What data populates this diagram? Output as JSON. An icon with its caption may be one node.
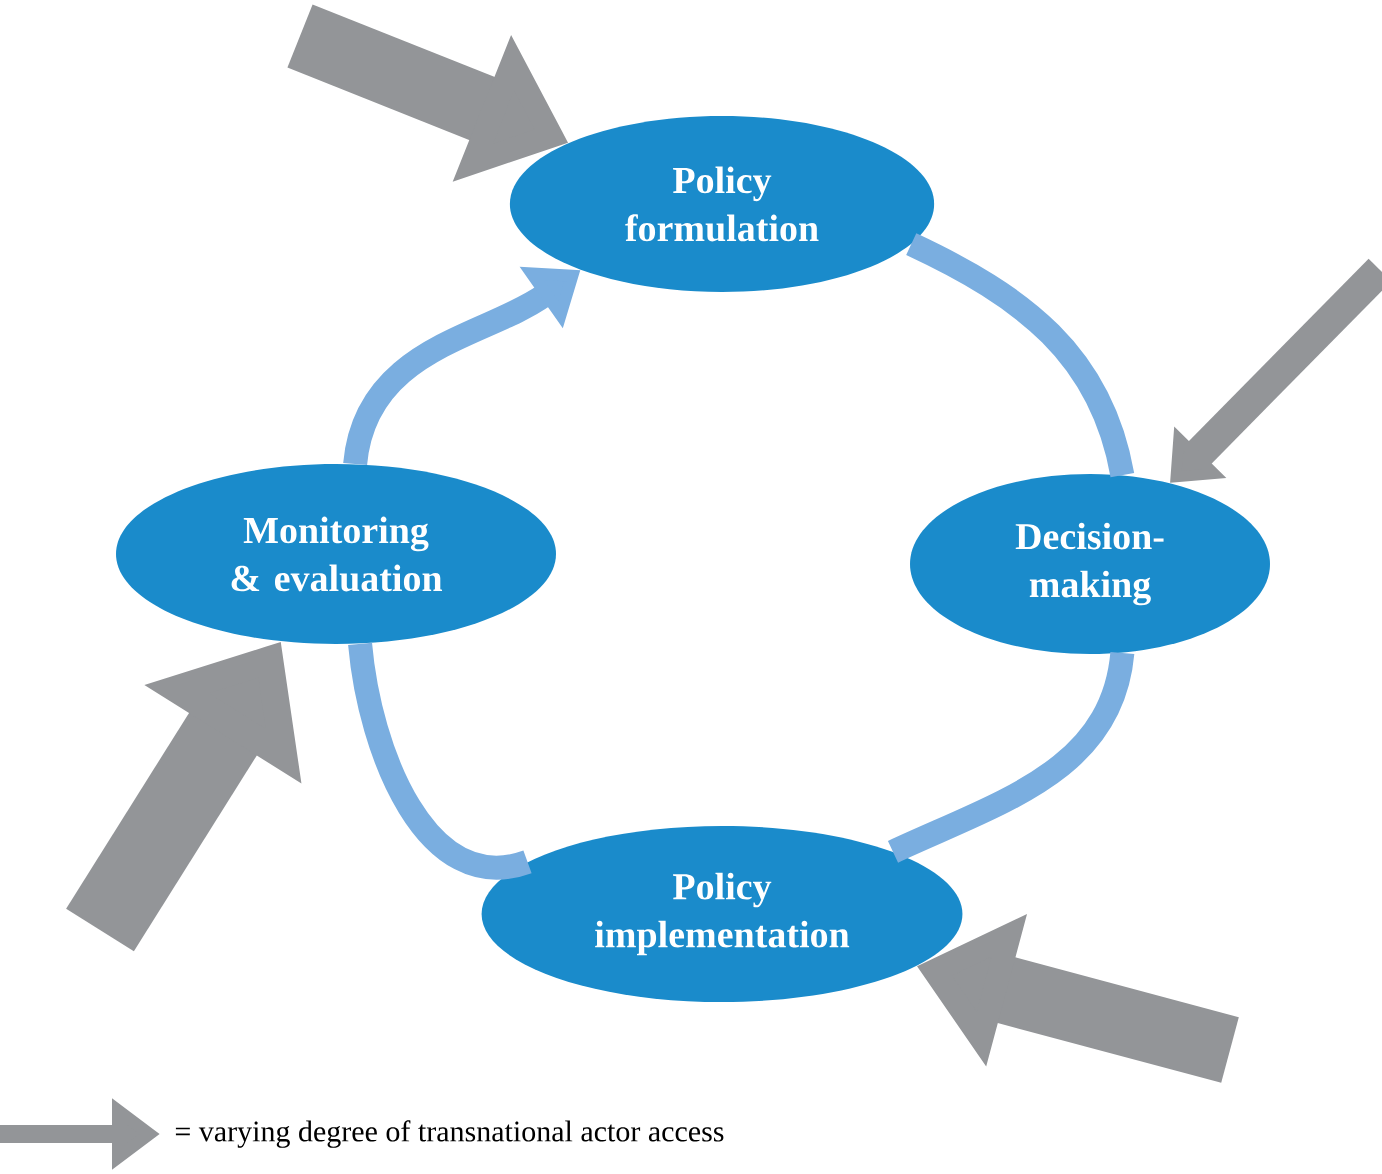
{
  "diagram": {
    "nodes": [
      {
        "text": [
          "Policy formulation"
        ]
      },
      {
        "text": [
          "Decision-making"
        ]
      },
      {
        "text": [
          "Policy implementation"
        ]
      },
      {
        "text": [
          "Monitoring & evaluation"
        ]
      }
    ],
    "edges": [
      {
        "from": 0,
        "to": 1,
        "arrow": "none",
        "color": "#7aaee0"
      },
      {
        "from": 1,
        "to": 2,
        "arrow": "none",
        "color": "#7aaee0"
      },
      {
        "from": 2,
        "to": 3,
        "arrow": "none",
        "color": "#7aaee0"
      },
      {
        "from": 3,
        "to": 0,
        "arrow": "to",
        "color": "#7aaee0"
      },
      {
        "from": null,
        "to": 0,
        "arrow": "to",
        "style": "thick",
        "color": "#939598"
      },
      {
        "from": null,
        "to": 1,
        "arrow": "to",
        "color": "#939598"
      },
      {
        "from": null,
        "to": 2,
        "arrow": "to",
        "style": "thick",
        "color": "#939598"
      },
      {
        "from": null,
        "to": 3,
        "arrow": "to",
        "style": "thick",
        "color": "#939598"
      }
    ],
    "legend": [
      {
        "text": "= varying degree of transnational actor access"
      }
    ]
  }
}
